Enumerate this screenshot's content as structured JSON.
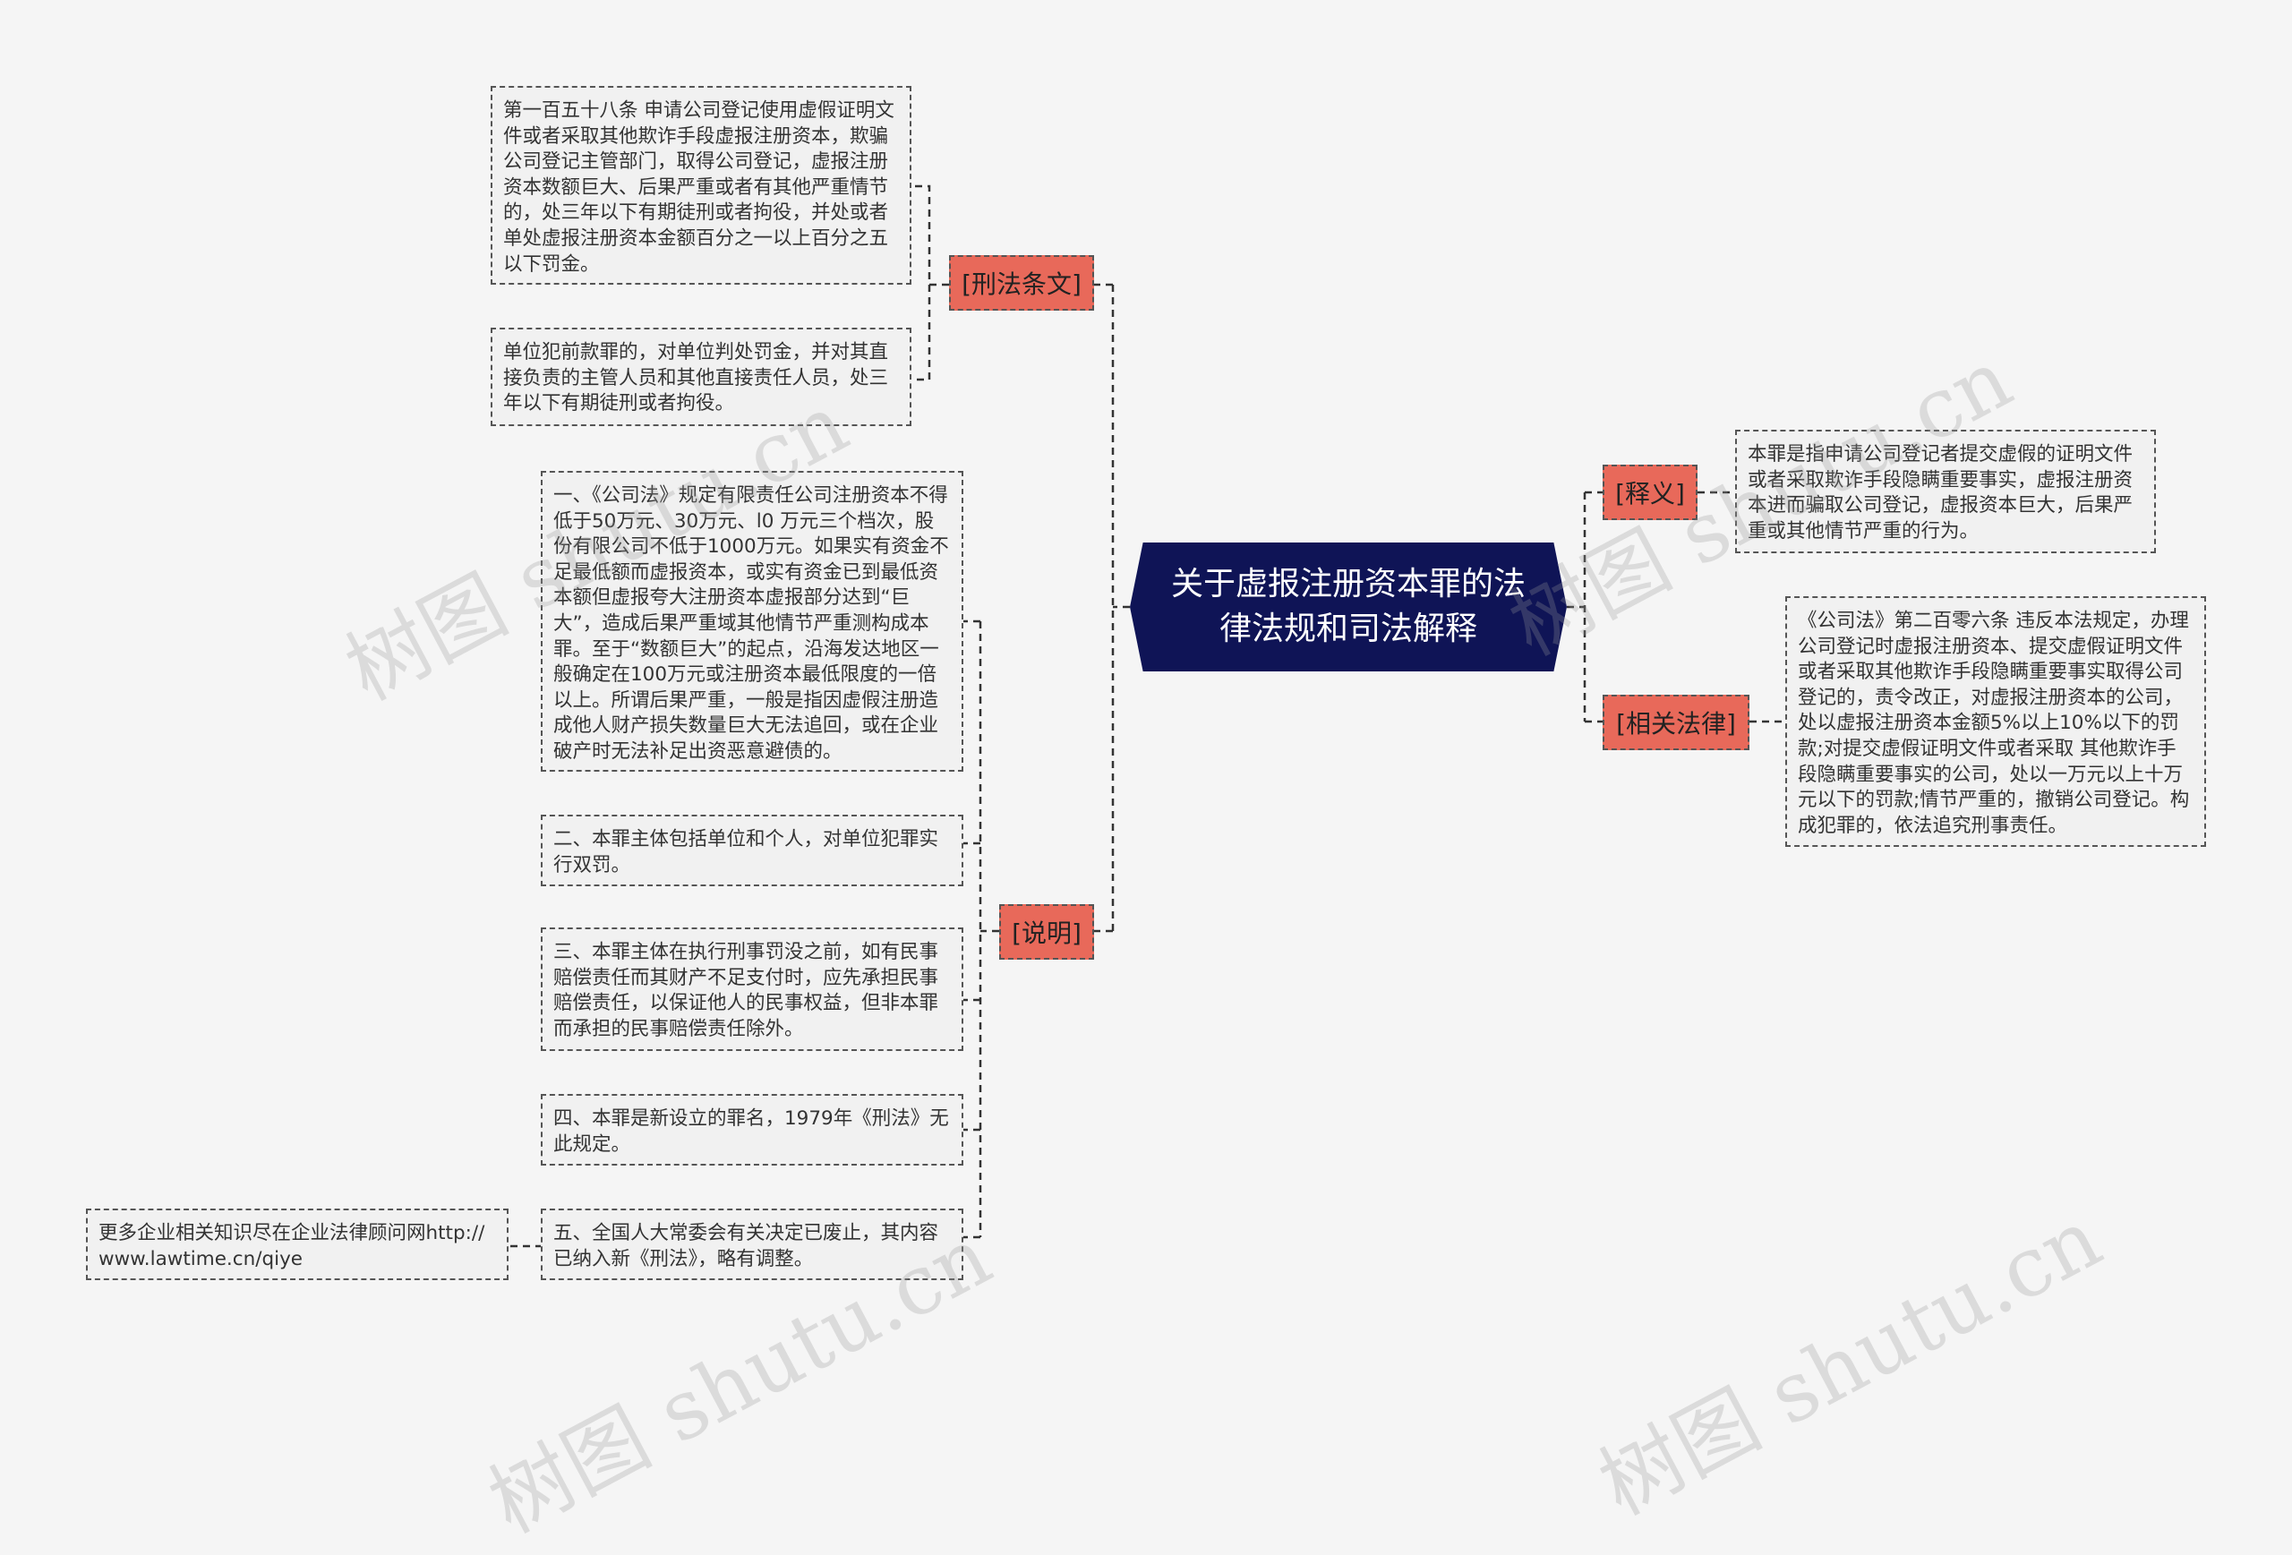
{
  "root": {
    "title": "关于虚报注册资本罪的法律法规和司法解释"
  },
  "branches": {
    "xingfa": "[刑法条文]",
    "shiyi": "[释义]",
    "shuoming": "[说明]",
    "xiangguan": "[相关法律]"
  },
  "leaves": {
    "xingfa_1": "第一百五十八条 申请公司登记使用虚假证明文件或者采取其他欺诈手段虚报注册资本，欺骗公司登记主管部门，取得公司登记，虚报注册资本数额巨大、后果严重或者有其他严重情节的，处三年以下有期徒刑或者拘役，并处或者单处虚报注册资本金额百分之一以上百分之五以下罚金。",
    "xingfa_2": "单位犯前款罪的，对单位判处罚金，并对其直接负责的主管人员和其他直接责任人员，处三年以下有期徒刑或者拘役。",
    "shuoming_1": "一、《公司法》规定有限责任公司注册资本不得低于50万元、30万元、l0 万元三个档次，股份有限公司不低于1000万元。如果实有资金不足最低额而虚报资本，或实有资金已到最低资本额但虚报夸大注册资本虚报部分达到“巨大”，造成后果严重域其他情节严重测构成本罪。至于“数额巨大”的起点，沿海发达地区一般确定在100万元或注册资本最低限度的一倍以上。所谓后果严重，一般是指因虚假注册造成他人财产损失数量巨大无法追回，或在企业破产时无法补足出资恶意避债的。",
    "shuoming_2": "二、本罪主体包括单位和个人，对单位犯罪实行双罚。",
    "shuoming_3": "三、本罪主体在执行刑事罚没之前，如有民事赔偿责任而其财产不足支付时，应先承担民事赔偿责任，以保证他人的民事权益，但非本罪而承担的民事赔偿责任除外。",
    "shuoming_4": "四、本罪是新设立的罪名，1979年《刑法》无此规定。",
    "shuoming_5": "五、全国人大常委会有关决定已废止，其内容已纳入新《刑法》，略有调整。",
    "more": "更多企业相关知识尽在企业法律顾问网http://www.lawtime.cn/qiye",
    "shiyi_1": "本罪是指申请公司登记者提交虚假的证明文件或者采取欺诈手段隐瞒重要事实，虚报注册资本进而骗取公司登记，虚报资本巨大，后果严重或其他情节严重的行为。",
    "xiangguan_1": "《公司法》第二百零六条 违反本法规定，办理公司登记时虚报注册资本、提交虚假证明文件或者采取其他欺诈手段隐瞒重要事实取得公司登记的，责令改正，对虚报注册资本的公司，处以虚报注册资本金额5%以上10%以下的罚款;对提交虚假证明文件或者采取 其他欺诈手段隐瞒重要事实的公司，处以一万元以上十万元以下的罚款;情节严重的，撤销公司登记。构成犯罪的，依法追究刑事责任。"
  },
  "watermark": "树图 shutu.cn",
  "colors": {
    "root_bg": "#0f1456",
    "branch_bg": "#e8695a",
    "leaf_bg": "#f1f1f1"
  }
}
